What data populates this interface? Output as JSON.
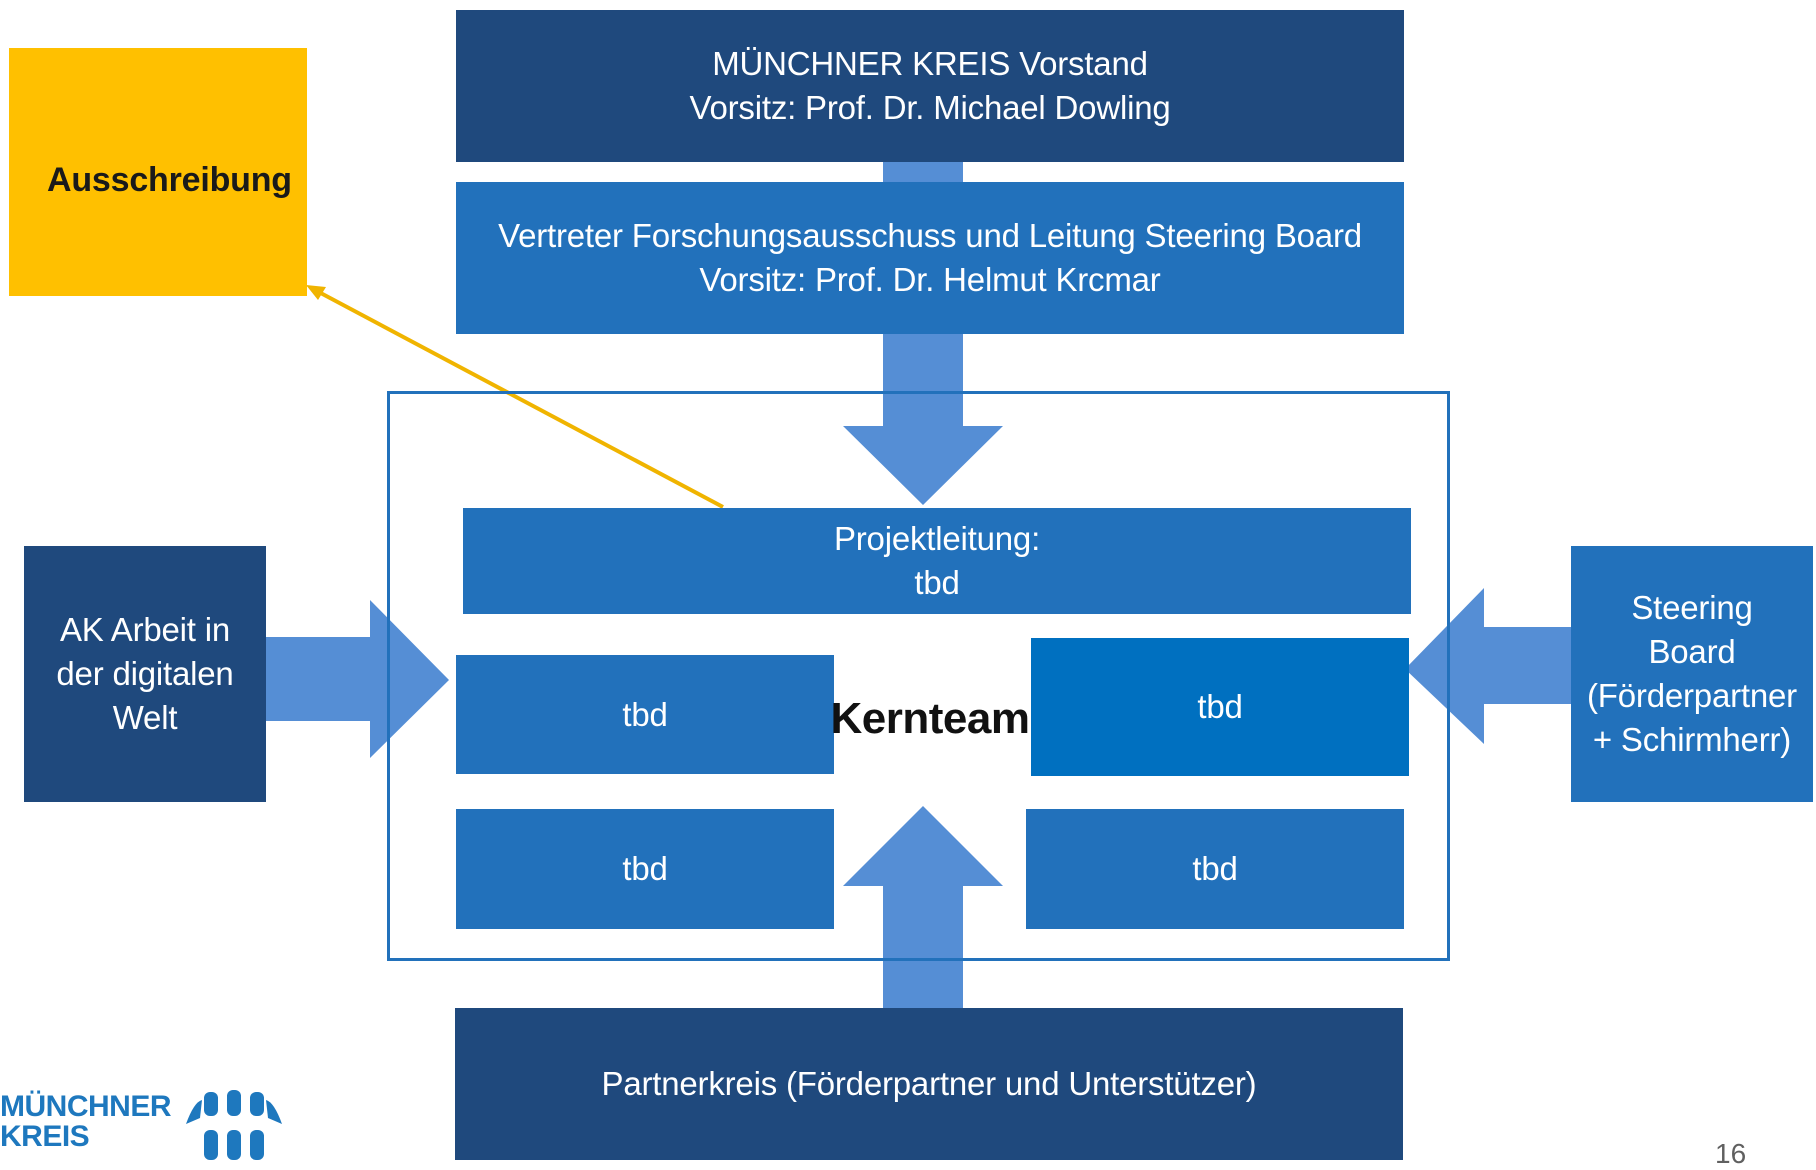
{
  "colors": {
    "dark_blue": "#1f497d",
    "mid_blue": "#2271bb",
    "vivid_blue": "#0070c0",
    "arrow_blue": "#558ed5",
    "yellow": "#ffc000",
    "connector": "#f0b400"
  },
  "board": {
    "line1": "MÜNCHNER KREIS Vorstand",
    "line2": "Vorsitz: Prof. Dr. Michael Dowling"
  },
  "research": {
    "line1": "Vertreter Forschungsausschuss und Leitung Steering Board",
    "line2": "Vorsitz: Prof. Dr. Helmut Krcmar"
  },
  "tender": {
    "label": "Ausschreibung"
  },
  "project_lead": {
    "line1": "Projektleitung:",
    "line2": "tbd"
  },
  "core_team": {
    "label": "Kernteam",
    "members": [
      "tbd",
      "tbd",
      "tbd",
      "tbd"
    ]
  },
  "working_group": {
    "line1": "AK Arbeit in",
    "line2": "der digitalen",
    "line3": "Welt"
  },
  "steering": {
    "line1": "Steering",
    "line2": "Board",
    "line3": "(Förderpartner",
    "line4": "+ Schirmherr)"
  },
  "partners": {
    "label": "Partnerkreis (Förderpartner und Unterstützer)"
  },
  "logo": {
    "line1": "MÜNCHNER",
    "line2": "KREIS"
  },
  "page_number": "16"
}
